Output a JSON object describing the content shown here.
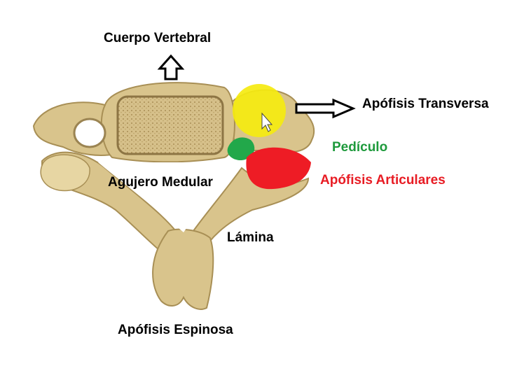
{
  "labels": {
    "cuerpo_vertebral": "Cuerpo Vertebral",
    "apofisis_transversa": "Apófisis Transversa",
    "pediculo": "Pedículo",
    "agujero_medular": "Agujero Medular",
    "apofisis_articulares": "Apófisis Articulares",
    "lamina": "Lámina",
    "apofisis_espinosa": "Apófisis Espinosa"
  },
  "colors": {
    "label_default": "#000000",
    "pediculo": "#1e9a3c",
    "apofisis_articulares": "#e81c24",
    "transversa_highlight": "#f5ea10",
    "pediculo_highlight": "#22a84a",
    "articulares_highlight": "#ee1c25",
    "bone": "#d9c48c",
    "bone_shadow": "#a88f55",
    "bone_light": "#eee0b4"
  }
}
